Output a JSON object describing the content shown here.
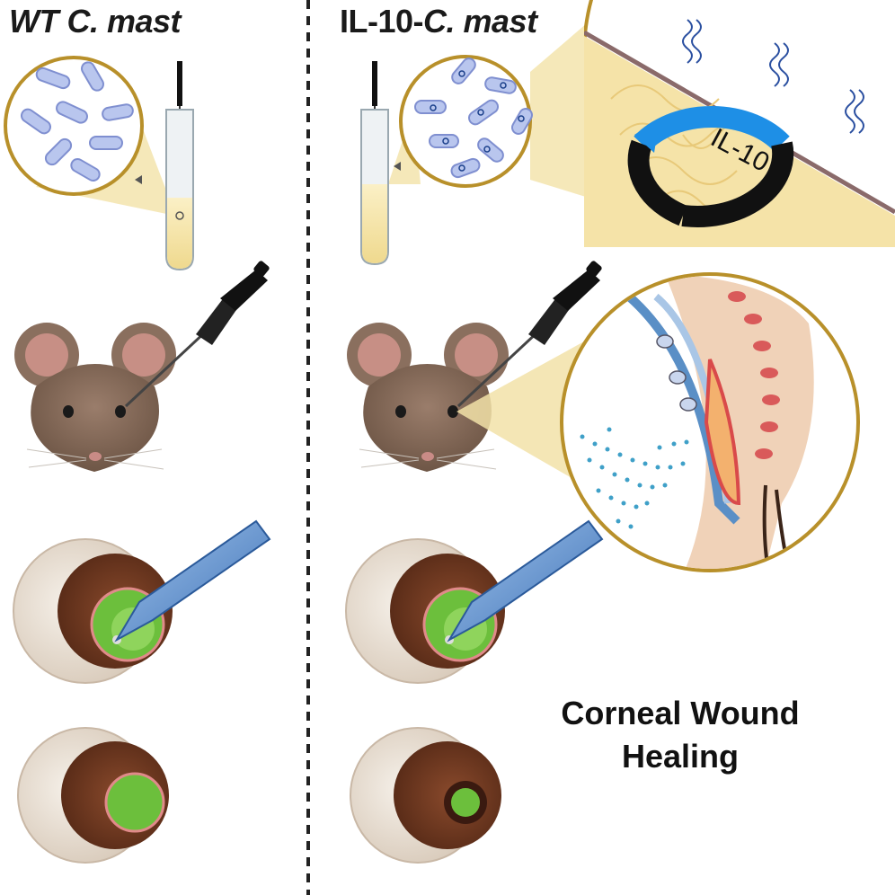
{
  "left_panel": {
    "title": "WT C. mast"
  },
  "right_panel": {
    "title_prefix": "IL-10-",
    "title_italic": "C. mast",
    "plasmid_label": "IL-10"
  },
  "outcome": {
    "line1": "Corneal Wound",
    "line2": "Healing"
  },
  "colors": {
    "bacteria": "#b9c6ee",
    "zoom_wedge": "#f2e2a8",
    "mouse_fur": "#8a6f5e",
    "cornea_wound": "#6cbf3c",
    "iris": "#7a3f25",
    "plasmid": "#1e8fe6",
    "divider": "#222222"
  }
}
